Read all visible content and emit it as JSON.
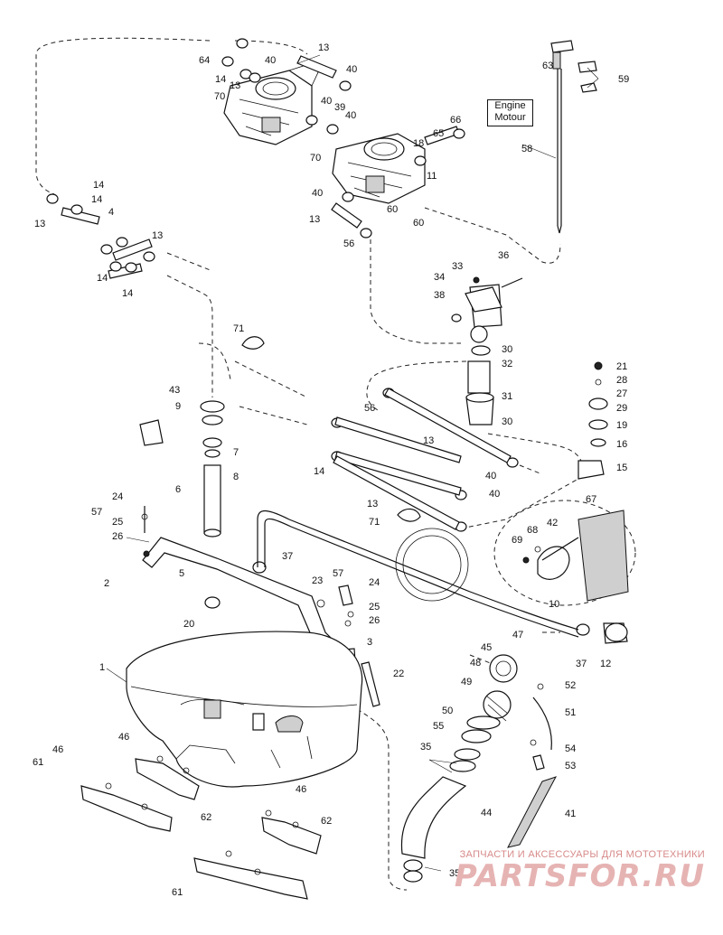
{
  "engine_label": {
    "line1": "Engine",
    "line2": "Motour"
  },
  "watermark": {
    "top": "ЗАПЧАСТИ И АКСЕССУАРЫ ДЛЯ МОТОТЕХНИКИ",
    "brand": "PARTSFOR.RU"
  },
  "colors": {
    "ink": "#111111",
    "watermark": "#e6b3b3"
  },
  "labels": [
    "13",
    "64",
    "14",
    "13",
    "40",
    "40",
    "70",
    "40",
    "39",
    "40",
    "66",
    "65",
    "18",
    "58",
    "63",
    "59",
    "70",
    "40",
    "13",
    "11",
    "60",
    "60",
    "56",
    "36",
    "33",
    "34",
    "38",
    "30",
    "32",
    "31",
    "30",
    "14",
    "13",
    "14",
    "4",
    "13",
    "14",
    "14",
    "71",
    "43",
    "9",
    "7",
    "8",
    "6",
    "56",
    "13",
    "14",
    "21",
    "28",
    "27",
    "29",
    "19",
    "16",
    "15",
    "40",
    "40",
    "13",
    "71",
    "67",
    "68",
    "42",
    "69",
    "10",
    "37",
    "12",
    "24",
    "57",
    "25",
    "26",
    "2",
    "5",
    "37",
    "23",
    "57",
    "24",
    "25",
    "26",
    "20",
    "3",
    "22",
    "1",
    "47",
    "45",
    "48",
    "52",
    "49",
    "51",
    "50",
    "55",
    "54",
    "35",
    "53",
    "44",
    "41",
    "46",
    "61",
    "46",
    "62",
    "62",
    "46",
    "61",
    "35"
  ]
}
